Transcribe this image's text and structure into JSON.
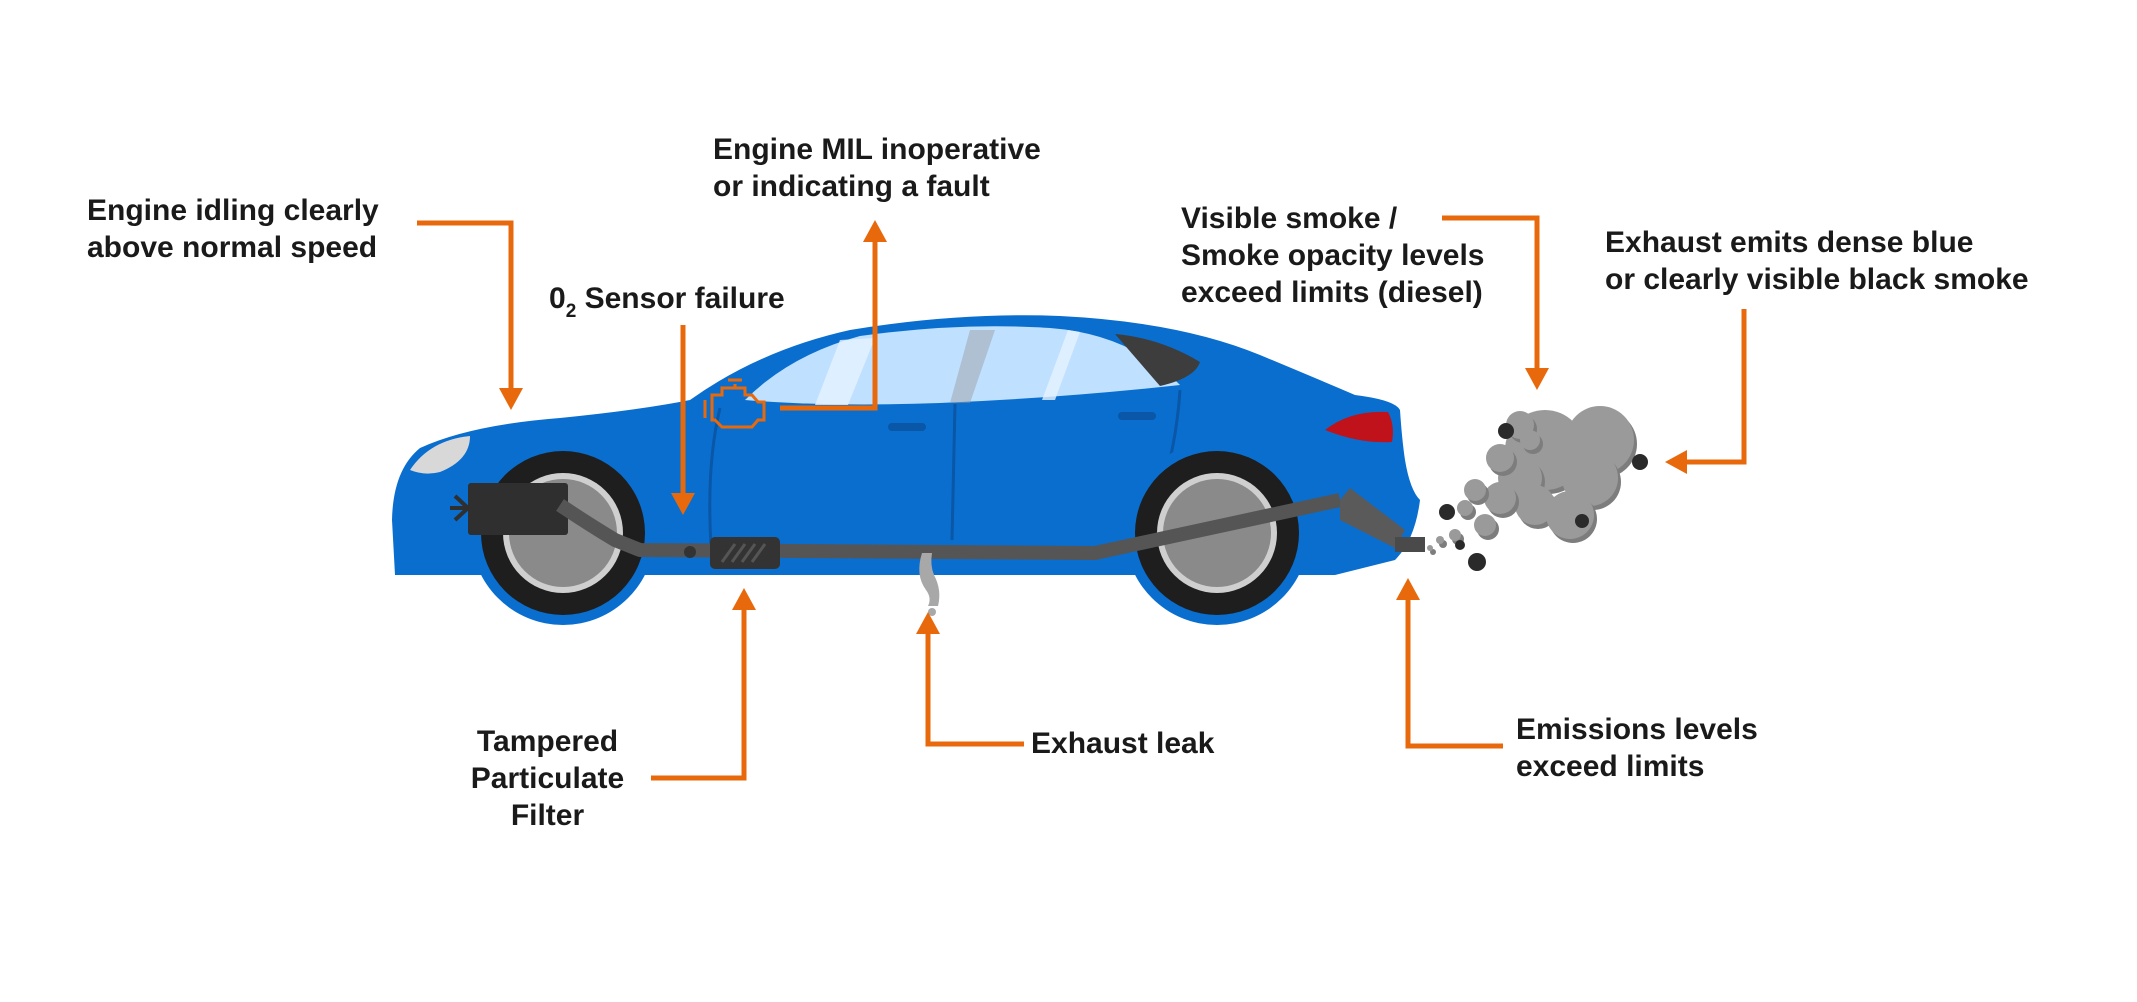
{
  "colors": {
    "callout": "#e8690b",
    "car_body": "#0a6ecf",
    "glass": "#bfe0ff",
    "tyre": "#1e1e1e",
    "rim": "#8a8a8a",
    "exhaust_pipe": "#555555",
    "smoke": "#9a9a9a",
    "tail_light": "#c0121a",
    "text": "#1a1a1a"
  },
  "labels": {
    "engine_idling": [
      "Engine idling clearly",
      "above normal speed"
    ],
    "engine_mil": [
      "Engine MIL inoperative",
      "or indicating a fault"
    ],
    "o2_sensor": {
      "prefix": "0",
      "subscript": "2",
      "text": "Sensor failure"
    },
    "visible_smoke": [
      "Visible smoke /",
      "Smoke opacity levels",
      "exceed limits (diesel)"
    ],
    "exhaust_dense": [
      "Exhaust emits dense blue",
      "or clearly visible black smoke"
    ],
    "particulate_filter": [
      "Tampered",
      "Particulate",
      "Filter"
    ],
    "exhaust_leak": [
      "Exhaust leak"
    ],
    "emissions_levels": [
      "Emissions levels",
      "exceed limits"
    ]
  },
  "icons": [
    "engine-warning-icon",
    "car-illustration",
    "smoke-cloud"
  ]
}
